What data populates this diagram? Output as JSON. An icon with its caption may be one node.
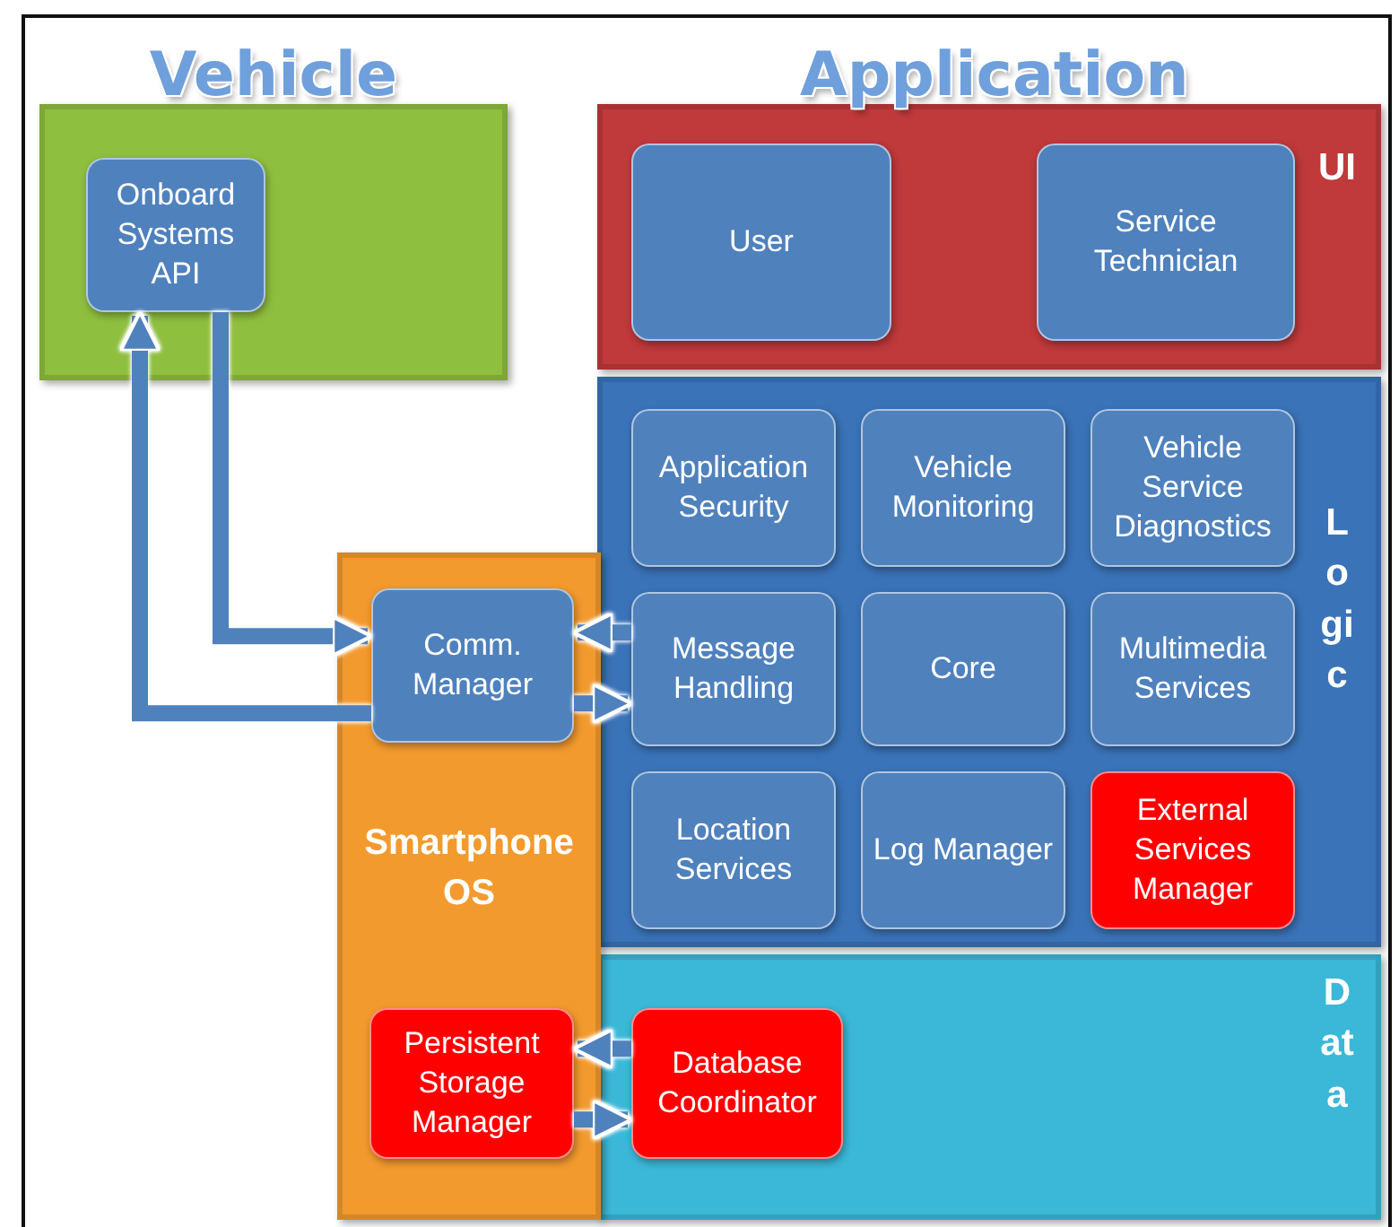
{
  "diagram": {
    "nodes": [
      {
        "text": [
          "Vehicle"
        ]
      },
      {
        "text": [
          "Onboard Systems API"
        ],
        "in": 0
      },
      {
        "text": [
          "UI"
        ]
      },
      {
        "text": [
          "User"
        ],
        "in": 2
      },
      {
        "text": [
          "Service Technician"
        ],
        "in": 2
      },
      {
        "text": [
          "Logic"
        ]
      },
      {
        "text": [
          "Application Security"
        ],
        "in": 5
      },
      {
        "text": [
          "Vehicle Monitoring"
        ],
        "in": 5
      },
      {
        "text": [
          "Vehicle Service Diagnostics"
        ],
        "in": 5
      },
      {
        "text": [
          "Message Handling"
        ],
        "in": 5
      },
      {
        "text": [
          "Core"
        ],
        "in": 5
      },
      {
        "text": [
          "Multimedia Services"
        ],
        "in": 5
      },
      {
        "text": [
          "Location Services"
        ],
        "in": 5
      },
      {
        "text": [
          "Log Manager"
        ],
        "in": 5
      },
      {
        "text": [
          "External Services Manager"
        ],
        "in": 5
      },
      {
        "text": [
          "Smartphone OS"
        ]
      },
      {
        "text": [
          "Comm. Manager"
        ],
        "in": 15
      },
      {
        "text": [
          "Data"
        ]
      },
      {
        "text": [
          "Persistent Storage Manager"
        ],
        "in": 15
      },
      {
        "text": [
          "Database Coordinator"
        ],
        "in": 17
      }
    ],
    "edges": [
      {
        "from": 16,
        "to": 1,
        "arrow": "to"
      },
      {
        "from": 1,
        "to": 16,
        "arrow": "to"
      },
      {
        "from": 9,
        "to": 16,
        "arrow": "to"
      },
      {
        "from": 16,
        "to": 9,
        "arrow": "to"
      },
      {
        "from": 19,
        "to": 18,
        "arrow": "to"
      },
      {
        "from": 18,
        "to": 19,
        "arrow": "to"
      }
    ],
    "labels": [
      "Application"
    ]
  }
}
